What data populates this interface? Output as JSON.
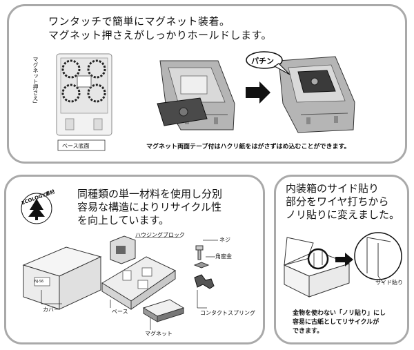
{
  "panel1": {
    "title_line1": "ワンタッチで簡単にマグネット装着。",
    "title_line2": "マグネット押さえがしっかりホールドします。",
    "side_label": "マグネット押さえ」",
    "base_label": "ベース底面",
    "pachin": "パチン",
    "caption": "マグネット両面テープ付はハクリ紙をはがさずはめ込むことができます。"
  },
  "panel2": {
    "ecology": "ECOLOGY素材",
    "title_line1": "同種類の単一材料を使用し分別",
    "title_line2": "容易な構造によりリサイクル性",
    "title_line3": "を向上しています。",
    "labels": {
      "housing": "ハウジングブロック",
      "screw": "ネジ",
      "square_washer": "角座金",
      "cover": "カバー",
      "base": "ベース",
      "contact_spring": "コンタクトスプリング",
      "magnet": "マグネット",
      "box_brand": "NJ-S6"
    }
  },
  "panel3": {
    "title_line1": "内装箱のサイド貼り",
    "title_line2": "部分をワイヤ打ちから",
    "title_line3": "ノリ貼りに変えました。",
    "side_label": "サイド貼り",
    "caption_line1": "金物を使わない「ノリ貼り」にし",
    "caption_line2": "容易に古紙としてリサイクルが",
    "caption_line3": "できます。"
  }
}
